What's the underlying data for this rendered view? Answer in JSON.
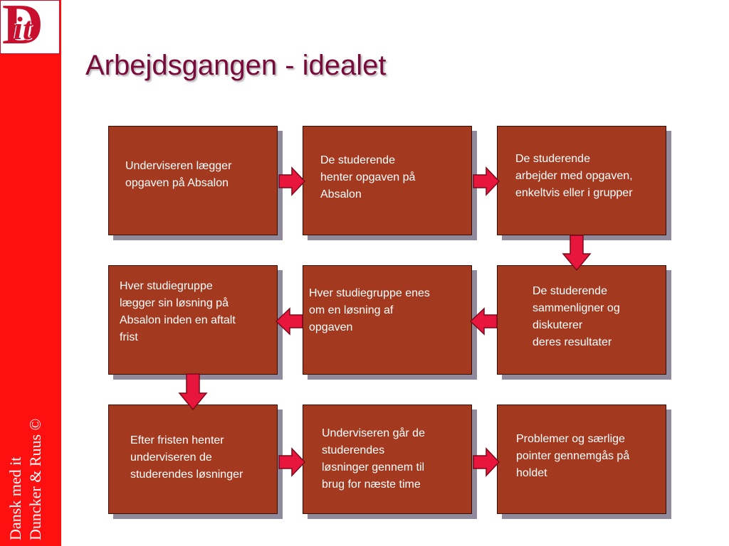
{
  "logo": {
    "letter": "D",
    "sub": "it"
  },
  "sidebar": {
    "line1": "Dansk med it",
    "line2": "Duncker & Ruus ©"
  },
  "title": "Arbejdsgangen - idealet",
  "colors": {
    "box_fill": "#a33a20",
    "arrow_fill": "#e8163c",
    "title": "#7a0a3a",
    "sidebar": "#ff1010"
  },
  "steps": [
    "Underviseren lægger\nopgaven på Absalon",
    "De studerende\nhenter opgaven på\nAbsalon",
    "De studerende\narbejder med opgaven,\nenkeltvis eller i grupper",
    "Hver studiegruppe\nlægger sin løsning på\nAbsalon inden en aftalt\nfrist",
    "Hver studiegruppe enes\nom en løsning af\nopgaven",
    "De studerende\nsammenligner og\ndiskuterer\nderes resultater",
    "Efter fristen henter\nunderviseren de\nstuderendes løsninger",
    "Underviseren går de\nstuderendes\nløsninger gennem til\nbrug for næste time",
    "Problemer og særlige\npointer gennemgås på\nholdet"
  ]
}
